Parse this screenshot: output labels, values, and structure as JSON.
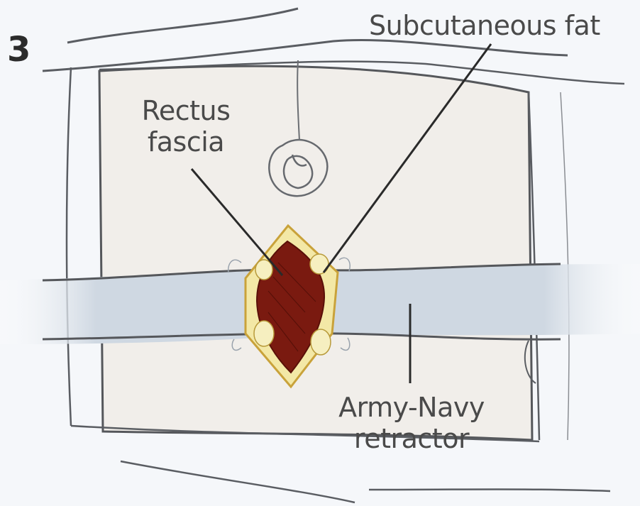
{
  "figure": {
    "panel_number": "3"
  },
  "labels": {
    "subcutaneous_fat": "Subcutaneous fat",
    "rectus_fascia_line1": "Rectus",
    "rectus_fascia_line2": "fascia",
    "retractor_line1": "Army-Navy",
    "retractor_line2": "retractor"
  },
  "colors": {
    "skin_fill": "#f1eeea",
    "outline": "#55575b",
    "retractor_fill": "#cdd6e0",
    "fascia_fill": "#7a1a10",
    "fat_fill": "#f3e8a6",
    "wound_rim": "#c9a23a",
    "leader_line": "#2a2a2a"
  },
  "icons": [
    "umbilicus-icon"
  ]
}
